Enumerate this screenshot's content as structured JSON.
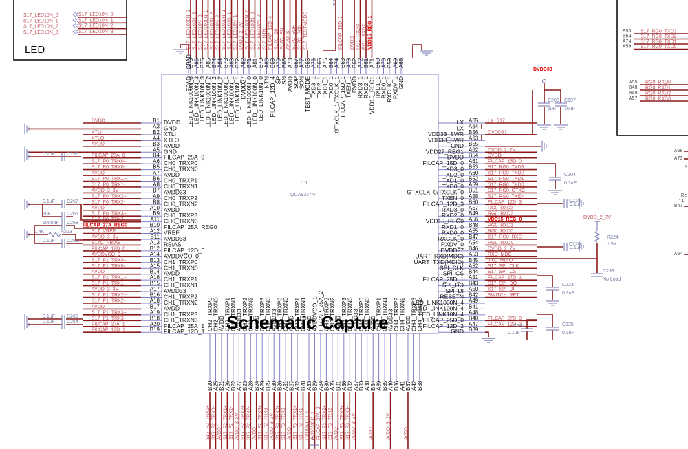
{
  "title": "Schematic Capture",
  "part": {
    "ref": "U16",
    "value": "QCA8337N"
  },
  "led_block": {
    "label": "LED",
    "inner_labels": [
      "S17_LED10N_0",
      "S17_LED10N_1",
      "S17_LED10N_2",
      "S17_LED10N_3"
    ],
    "nets": [
      "S17_LED10N_0",
      "S17_LED10N_1",
      "S17_LED10N_2",
      "S17_LED10N_3"
    ]
  },
  "left_pins": [
    {
      "num": "B1",
      "name": "DVDD",
      "net": "DVDD"
    },
    {
      "num": "A3",
      "name": "GND",
      "net": ""
    },
    {
      "num": "B2",
      "name": "XTLI",
      "net": "XTLI"
    },
    {
      "num": "A4",
      "name": "XTLO",
      "net": "XTLO"
    },
    {
      "num": "B3",
      "name": "AVDD",
      "net": "AVDD"
    },
    {
      "num": "A5",
      "name": "GND",
      "net": ""
    },
    {
      "num": "B4",
      "name": "FILCAP_25A_0",
      "net": "FILCAP_27A_0"
    },
    {
      "num": "A6",
      "name": "CH0_TRXP0",
      "net": "S17_P0_TRX0+"
    },
    {
      "num": "B5",
      "name": "CH0_TRXN0",
      "net": "S17_P0_TRX0-"
    },
    {
      "num": "A7",
      "name": "AVDD",
      "net": "AVDD"
    },
    {
      "num": "B6",
      "name": "CH0_TRXP1",
      "net": "S17_P0_TRX1+"
    },
    {
      "num": "A8",
      "name": "CH0_TRXN1",
      "net": "S17_P0_TRX1-"
    },
    {
      "num": "B7",
      "name": "AVDD33",
      "net": "AVDD_3_3V"
    },
    {
      "num": "A9",
      "name": "CH0_TRXP2",
      "net": "S17_P0_TRX2+"
    },
    {
      "num": "B8",
      "name": "CH0_TRXN2",
      "net": "S17_P0_TRX2-"
    },
    {
      "num": "A10",
      "name": "AVDD",
      "net": "AVDD"
    },
    {
      "num": "B9",
      "name": "CH0_TRXP3",
      "net": "S17_P0_TRX3+"
    },
    {
      "num": "A11",
      "name": "CH0_TRXN3",
      "net": "S17_P0_TRX3-"
    },
    {
      "num": "B10",
      "name": "FILCAP_25A_REG0",
      "net": "FILCAP_27A_REG0",
      "bold": true
    },
    {
      "num": "A12",
      "name": "VREF",
      "net": "S17_VREF"
    },
    {
      "num": "B11",
      "name": "AVDD33",
      "net": "AVDD_3_3V"
    },
    {
      "num": "A13",
      "name": "RBIAS",
      "net": "S17C_RBIAS"
    },
    {
      "num": "B12",
      "name": "FILCAP_12D_0",
      "net": "FILCAP_12D_0"
    },
    {
      "num": "A14",
      "name": "AVDDVCO_0",
      "net": "AVDDVCO_0"
    },
    {
      "num": "B13",
      "name": "CH1_TRXP0",
      "net": "S17_P1_TRX0+"
    },
    {
      "num": "A15",
      "name": "CH1_TRXN0",
      "net": "S17_P1_TRX0-"
    },
    {
      "num": "B14",
      "name": "AVDD",
      "net": "AVDD"
    },
    {
      "num": "A16",
      "name": "CH1_TRXP1",
      "net": "S17_P1_TRX1+"
    },
    {
      "num": "B15",
      "name": "CH1_TRXN1",
      "net": "S17_P1_TRX1-"
    },
    {
      "num": "A17",
      "name": "AVDD33",
      "net": "AVDD_3_3V"
    },
    {
      "num": "B16",
      "name": "CH1_TRXP2",
      "net": "S17_P1_TRX2+"
    },
    {
      "num": "A18",
      "name": "CH1_TRXN2",
      "net": "S17_P1_TRX2-"
    },
    {
      "num": "B17",
      "name": "AVDD",
      "net": "AVDD"
    },
    {
      "num": "A19",
      "name": "CH1_TRXP3",
      "net": "S17_P1_TRX3+"
    },
    {
      "num": "B18",
      "name": "CH1_TRXN3",
      "net": "S17_P1_TRX3-"
    },
    {
      "num": "A20",
      "name": "FILCAP_25A_1",
      "net": "FILCAP_27A_1"
    },
    {
      "num": "B19",
      "name": "FILCAP_12D_1",
      "net": "FILCAP_12D_1"
    }
  ],
  "right_pins": [
    {
      "num": "A65",
      "name": "LX",
      "net": "LX_S17"
    },
    {
      "num": "A64",
      "name": "LX",
      "net": ""
    },
    {
      "num": "B56",
      "name": "VDD33_SWR",
      "net": "DVDD33"
    },
    {
      "num": "A63",
      "name": "VDD33_SWR",
      "net": ""
    },
    {
      "num": "B55",
      "name": "GND",
      "net": ""
    },
    {
      "num": "A62",
      "name": "VDD27_REG1",
      "net": "DVDD_2_7V"
    },
    {
      "num": "B54",
      "name": "DVDD",
      "net": "DVDD"
    },
    {
      "num": "A61",
      "name": "FILCAP_15D_0",
      "net": "FILCAP_15D_0"
    },
    {
      "num": "B53",
      "name": "TXD3_0",
      "net": "S17_RG0_TXD3"
    },
    {
      "num": "A60",
      "name": "TXD2_0",
      "net": "S17_RG0_TXD2"
    },
    {
      "num": "B52",
      "name": "TXD1_0",
      "net": "S17_RG0_TXD1"
    },
    {
      "num": "A59",
      "name": "TXD0_0",
      "net": "S17_RG0_TXD0"
    },
    {
      "num": "B51",
      "name": "GTXCLK_0/TXCLK_0",
      "net": "S17_RG0_GTXC"
    },
    {
      "num": "A58",
      "name": "TXEN_0",
      "net": "S17_RG0_TXEN"
    },
    {
      "num": "B50",
      "name": "FILCAP_12D_3",
      "net": "FILCAP_12D_3"
    },
    {
      "num": "A57",
      "name": "RXD3_0",
      "net": "RG0_RXD3"
    },
    {
      "num": "B49",
      "name": "RXD2_0",
      "net": "RG0_RXD2"
    },
    {
      "num": "A56",
      "name": "VDD15_REG0",
      "net": "VDD15_REG_0",
      "bold": true
    },
    {
      "num": "B48",
      "name": "RXD1_0",
      "net": "RG0_RXD1"
    },
    {
      "num": "A55",
      "name": "RXD0_0",
      "net": "RG0_RXD0"
    },
    {
      "num": "B47",
      "name": "RXCLK_0",
      "net": "S17_RG0_RXC"
    },
    {
      "num": "A54",
      "name": "RXDV_0",
      "net": "RG0_RXDV"
    },
    {
      "num": "B46",
      "name": "DVDD27",
      "net": "DVDD_2_7V"
    },
    {
      "num": "A53",
      "name": "UART_RXD(MDC)",
      "net": "RXD_MDC"
    },
    {
      "num": "B45",
      "name": "UART_TXD(MDIO)",
      "net": "TXD_MDIO"
    },
    {
      "num": "A52",
      "name": "SPI_CLK",
      "net": "S17_SPI_CLK"
    },
    {
      "num": "B44",
      "name": "SPI_CS",
      "net": "S17_SPI_CS"
    },
    {
      "num": "A51",
      "name": "FILCAP_25D_1",
      "net": "FILCAP_27D_1"
    },
    {
      "num": "B43",
      "name": "SPI_DO",
      "net": "S17_SPI_DO"
    },
    {
      "num": "A50",
      "name": "SPI_DI",
      "net": "S17_SPI_DI"
    },
    {
      "num": "B42",
      "name": "RESETN",
      "net": "SWITCH_RET"
    },
    {
      "num": "A49",
      "name": "LED_LINK1000N_4",
      "net": ""
    },
    {
      "num": "B41",
      "name": "LED_LINK100N_4",
      "net": ""
    },
    {
      "num": "A48",
      "name": "LED_LINK10N_4",
      "net": ""
    },
    {
      "num": "B40",
      "name": "FILCAP_25D_0",
      "net": "FILCAP_27D_0"
    },
    {
      "num": "A47",
      "name": "FILCAP_12D_2",
      "net": "FILCAP_12D_2"
    },
    {
      "num": "B39",
      "name": "GND",
      "net": ""
    }
  ],
  "top_pins": [
    {
      "num": "B76",
      "name": "LED_LINK1000N_3",
      "net": "S17_LED1000N_3"
    },
    {
      "num": "A86",
      "name": "LED_LINK100N_3",
      "net": "S17_LED100N_3"
    },
    {
      "num": "B75",
      "name": "LED_LINK10N_3",
      "net": "S17_LED10N_3"
    },
    {
      "num": "A85",
      "name": "LED_LINK1000N_2",
      "net": "S17_LED1000N_2"
    },
    {
      "num": "B74",
      "name": "LED_LINK100N_2",
      "net": "S17_LED100N_2"
    },
    {
      "num": "A84",
      "name": "LED_LINK10N_2",
      "net": "S17_LED10N_2"
    },
    {
      "num": "B73",
      "name": "LED_LINK1000N_1",
      "net": "S17_LED1000N_1"
    },
    {
      "num": "A83",
      "name": "LED_LINK100N_1",
      "net": "S17_LED100N_1"
    },
    {
      "num": "B72",
      "name": "LED_LINK10N_1",
      "net": "S17_LED10N_1"
    },
    {
      "num": "A82",
      "name": "DVDD27",
      "net": "DVDD_2_7V"
    },
    {
      "num": "B71",
      "name": "LED_LINK1000N_0",
      "net": "S17_LED1000N_0"
    },
    {
      "num": "A81",
      "name": "LED_LINK100N_0",
      "net": "S17_LED100N_0"
    },
    {
      "num": "B70",
      "name": "LED_LINK10N_0",
      "net": "S17_LED10N_0"
    },
    {
      "num": "A80",
      "name": "NTN",
      "net": "S17_NTN"
    },
    {
      "num": "B69",
      "name": "FILCAP_12D_4",
      "net": "FILCAP_12D_4"
    },
    {
      "num": "A79",
      "name": "SP",
      "net": "S17C_SP"
    },
    {
      "num": "B68",
      "name": "SN",
      "net": "S17C_SN"
    },
    {
      "num": "A78",
      "name": "AVDD",
      "net": "AVDD_S"
    },
    {
      "num": "B67",
      "name": "SOP",
      "net": "S17C_SOP"
    },
    {
      "num": "A77",
      "name": "SON",
      "net": "S17C_SON"
    },
    {
      "num": "B66",
      "name": "TEST_MODE",
      "net": "S17_TESTMODE"
    },
    {
      "num": "A76",
      "name": "TXD3_1",
      "net": ""
    },
    {
      "num": "B65",
      "name": "TXD2_1",
      "net": ""
    },
    {
      "num": "A75",
      "name": "TXD1_1",
      "net": ""
    },
    {
      "num": "B64",
      "name": "TXD0_1",
      "net": ""
    },
    {
      "num": "A74",
      "name": "GTXCLK_1/TXCLK_1",
      "net": ""
    },
    {
      "num": "B63",
      "name": "FILCAP_15D_1",
      "net": "FILCAP_15D_1"
    },
    {
      "num": "A73",
      "name": "TXEN_1",
      "net": ""
    },
    {
      "num": "B62",
      "name": "DVDD",
      "net": "DVDD"
    },
    {
      "num": "A72",
      "name": "RXD3_1",
      "net": "RG1_RXD3"
    },
    {
      "num": "B61",
      "name": "RXD2_1",
      "net": "RG1_RXD2"
    },
    {
      "num": "A71",
      "name": "VDD15_REG1",
      "net": "VDD15_REG_1",
      "bold": true
    },
    {
      "num": "B60",
      "name": "RXD1_1",
      "net": ""
    },
    {
      "num": "A70",
      "name": "RXD0_1",
      "net": ""
    },
    {
      "num": "B59",
      "name": "RXCLK_1",
      "net": ""
    },
    {
      "num": "A69",
      "name": "RXDV_1",
      "net": ""
    },
    {
      "num": "A68",
      "name": "GND",
      "net": ""
    }
  ],
  "bottom_pins": [
    {
      "num": "B20",
      "name": "CH2_TRXP0",
      "net": "S17_P2_TRX0+"
    },
    {
      "num": "A25",
      "name": "CH2_TRXN0",
      "net": "S17_P2_TRX0-"
    },
    {
      "num": "B21",
      "name": "AVDD",
      "net": "AVDD"
    },
    {
      "num": "A26",
      "name": "CH2_TRXP1",
      "net": "S17_P2_TRX1+"
    },
    {
      "num": "B22",
      "name": "CH2_TRXN1",
      "net": "S17_P2_TRX1-"
    },
    {
      "num": "A27",
      "name": "AVDD33",
      "net": "AVDD_3_3V"
    },
    {
      "num": "B23",
      "name": "CH2_TRXP2",
      "net": "S17_P2_TRX2+"
    },
    {
      "num": "A28",
      "name": "CH2_TRXN2",
      "net": "S17_P2_TRX2-"
    },
    {
      "num": "B24",
      "name": "AVDD",
      "net": "AVDD"
    },
    {
      "num": "A29",
      "name": "CH2_TRXP3",
      "net": "S17_P2_TRX3+"
    },
    {
      "num": "B25",
      "name": "CH2_TRXN3",
      "net": "S17_P2_TRX3-"
    },
    {
      "num": "A30",
      "name": "AVDD33",
      "net": "AVDD_3_3V"
    },
    {
      "num": "B26",
      "name": "CH3_TRXP0",
      "net": "S17_P3_TRX0+"
    },
    {
      "num": "A31",
      "name": "CH3_TRXN0",
      "net": "S17_P3_TRX0-"
    },
    {
      "num": "B27",
      "name": "AVDD",
      "net": "AVDD"
    },
    {
      "num": "A32",
      "name": "CH3_TRXP1",
      "net": "S17_P3_TRX1+"
    },
    {
      "num": "B28",
      "name": "CH3_TRXN1",
      "net": "S17_P3_TRX1-"
    },
    {
      "num": "A33",
      "name": "AVDD",
      "net": "DVDDVCO_1"
    },
    {
      "num": "B29",
      "name": "AVDDVCO_1",
      "net": "AVDDVCO_1"
    },
    {
      "num": "A34",
      "name": "FILCAP_25A_2",
      "net": "FILCAP_27A_2"
    },
    {
      "num": "B30",
      "name": "CH3_TRXP2",
      "net": "S17_P3_TRX2+"
    },
    {
      "num": "A35",
      "name": "CH3_TRXN2",
      "net": "S17_P3_TRX2-"
    },
    {
      "num": "B31",
      "name": "AVDD",
      "net": "AVDD"
    },
    {
      "num": "A36",
      "name": "CH3_TRXP3",
      "net": "S17_P3_TRX3+"
    },
    {
      "num": "B32",
      "name": "CH3_TRXN3",
      "net": "S17_P3_TRX3-"
    },
    {
      "num": "A37",
      "name": "AVDD33",
      "net": "AVDD_3_3V"
    },
    {
      "num": "B33",
      "name": "CH4_TRXP0",
      "net": ""
    },
    {
      "num": "A38",
      "name": "CH4_TRXN0",
      "net": ""
    },
    {
      "num": "B34",
      "name": "AVDD",
      "net": "AVDD"
    },
    {
      "num": "A39",
      "name": "CH4_TRXP1",
      "net": ""
    },
    {
      "num": "B35",
      "name": "CH4_TRXN1",
      "net": ""
    },
    {
      "num": "A40",
      "name": "AVDD33",
      "net": "AVDD_3_3V"
    },
    {
      "num": "B36",
      "name": "CH4_TRXP2",
      "net": ""
    },
    {
      "num": "A41",
      "name": "CH4_TRXN2",
      "net": ""
    },
    {
      "num": "B37",
      "name": "AVDD",
      "net": "AVDD"
    },
    {
      "num": "A42",
      "name": "CH4_TRXP3",
      "net": ""
    },
    {
      "num": "B38",
      "name": "CH4_TRXN3",
      "net": ""
    }
  ],
  "epad": {
    "num": "GPAD",
    "name": "EPAD"
  },
  "components": {
    "c196": {
      "ref": "C196",
      "value": "0.1uF"
    },
    "c267": {
      "ref": "C267",
      "value": "0.1uF"
    },
    "c266": {
      "ref": "C266",
      "value": "1uF"
    },
    "c268": {
      "ref": "C268",
      "value": "1000pF"
    },
    "r223": {
      "ref": "R223",
      "value": "2.4K"
    },
    "c269": {
      "ref": "C269",
      "value": "0.1uF"
    },
    "c265": {
      "ref": "C265",
      "value": "0.1uF"
    },
    "c264": {
      "ref": "C264",
      "value": "0.1uF"
    },
    "c200": {
      "ref": "C200",
      "value": "1uF"
    },
    "c197": {
      "ref": "C197",
      "value": "10uF"
    },
    "c204": {
      "ref": "C204",
      "value": "0.1uF"
    },
    "c219": {
      "ref": "C219",
      "value": "0.1uF"
    },
    "c220": {
      "ref": "C220",
      "value": "0.1uF"
    },
    "r224": {
      "ref": "R224",
      "value": "1.5K"
    },
    "c233": {
      "ref": "C233",
      "value": "No Load"
    },
    "c223": {
      "ref": "C223",
      "value": "0.1uF"
    },
    "c224": {
      "ref": "C224",
      "value": "0.1uF"
    },
    "c225": {
      "ref": "C225",
      "value": "0.1uF"
    },
    "r2x": {
      "ref": "R2"
    }
  },
  "power_labels": {
    "dvdd33": "DVDD33",
    "dvdd27": "DVDD_2_7V"
  },
  "right_block_tx": [
    {
      "num": "B53",
      "net": "S17_RG0_TXD3"
    },
    {
      "num": "B64",
      "net": "S17_RG0_TXD2"
    },
    {
      "num": "A74",
      "net": "S17_RG0_TXD1"
    },
    {
      "num": "A59",
      "net": "S17_RG0_TXD0"
    }
  ],
  "right_block_rx": [
    {
      "num": "A55",
      "net": "RG0_RXD0"
    },
    {
      "num": "B48",
      "net": "RG0_RXD1"
    },
    {
      "num": "B49",
      "net": "RG0_RXD2"
    },
    {
      "num": "A57",
      "net": "RG0_RXD3"
    }
  ],
  "far_right": {
    "pins": [
      {
        "num": "A58"
      },
      {
        "num": "A73"
      },
      {
        "num": "B47"
      },
      {
        "num": "A54"
      }
    ],
    "labels": [
      "M",
      "Re",
      "*1"
    ]
  }
}
